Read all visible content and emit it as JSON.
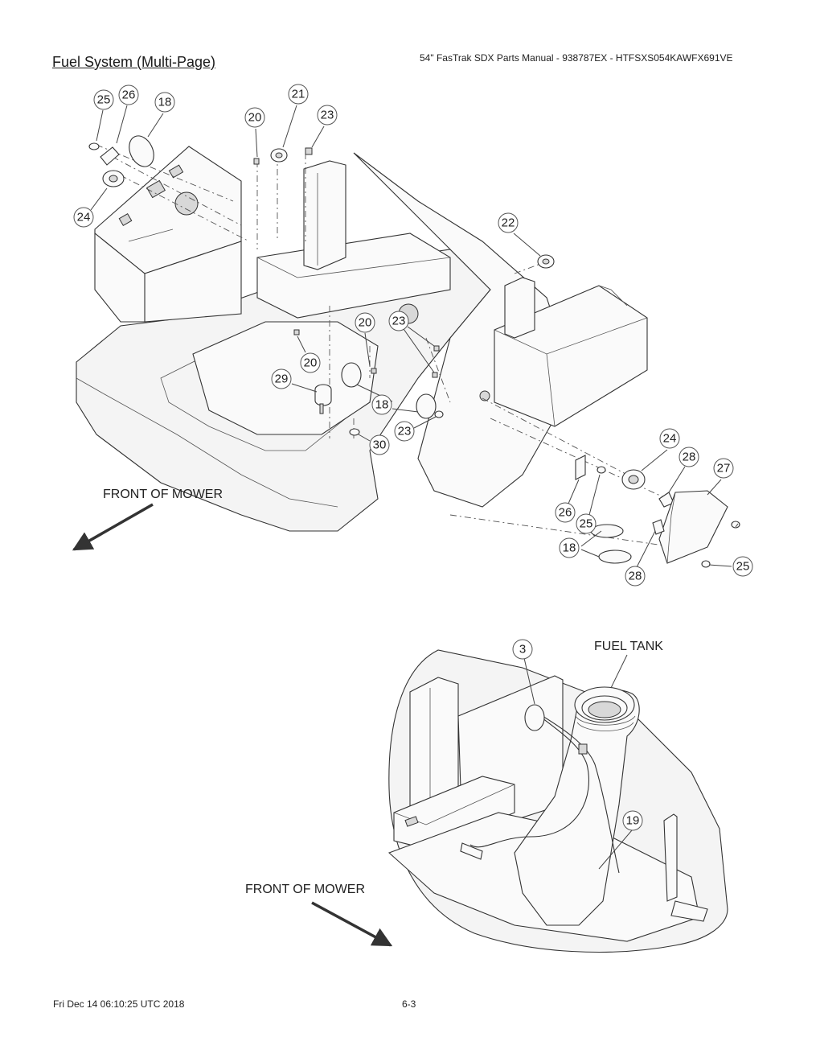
{
  "header": {
    "title": "Fuel System (Multi-Page)",
    "manual_ref": "54\" FasTrak SDX Parts Manual - 938787EX - HTFSXS054KAWFX691VE"
  },
  "diagram_top": {
    "front_label": "FRONT OF MOWER",
    "callouts": [
      "25",
      "26",
      "18",
      "20",
      "21",
      "23",
      "24",
      "22",
      "20",
      "23",
      "20",
      "29",
      "18",
      "30",
      "23",
      "24",
      "28",
      "27",
      "26",
      "25",
      "18",
      "25",
      "28"
    ]
  },
  "diagram_bottom": {
    "front_label": "FRONT OF MOWER",
    "fuel_tank_label": "FUEL TANK",
    "callouts": [
      "3",
      "19"
    ]
  },
  "footer": {
    "timestamp": "Fri Dec 14 06:10:25 UTC 2018",
    "page": "6-3"
  }
}
